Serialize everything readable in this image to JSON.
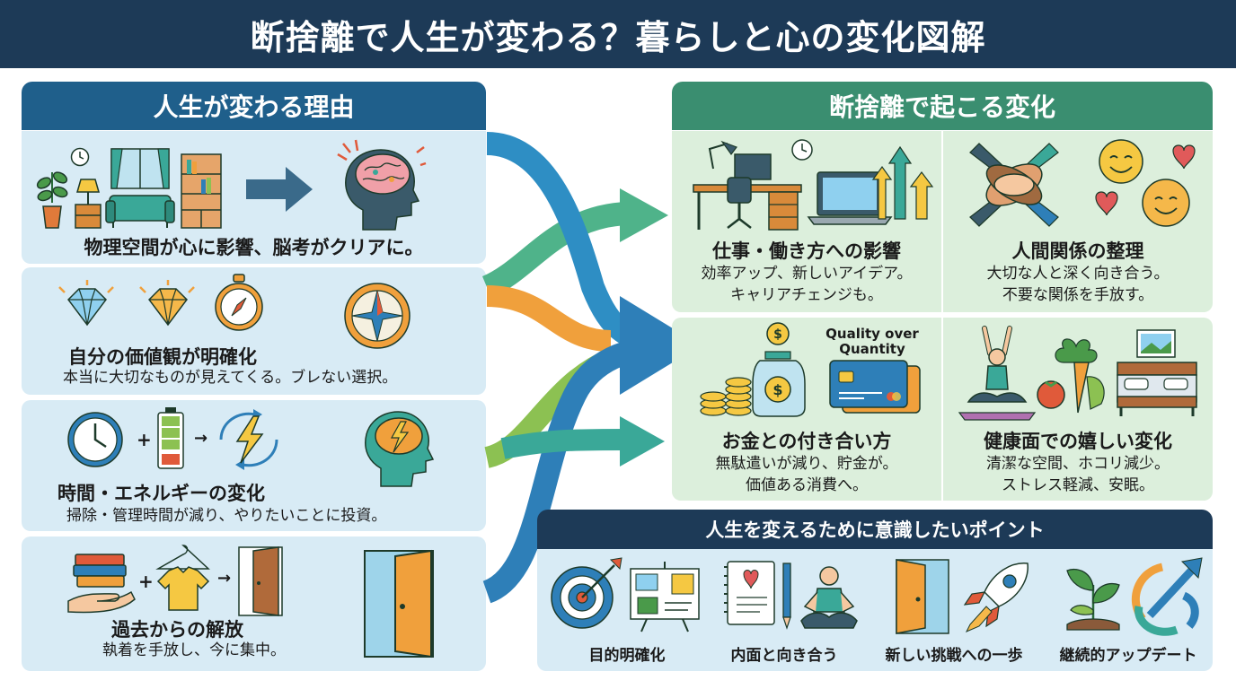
{
  "title": "断捨離で人生が変わる？暮らしと心の変化図解",
  "left": {
    "header": "人生が変わる理由",
    "cards": [
      {
        "title": "物理空間が心に影響、脳考がクリアに。",
        "desc": ""
      },
      {
        "title": "自分の価値観が明確化",
        "desc": "本当に大切なものが見えてくる。ブレない選択。"
      },
      {
        "title": "時間・エネルギーの変化",
        "desc": "掃除・管理時間が減り、やりたいことに投資。"
      },
      {
        "title": "過去からの解放",
        "desc": "執着を手放し、今に集中。"
      }
    ]
  },
  "right": {
    "header": "断捨離で起こる変化",
    "cards": [
      {
        "title": "仕事・働き方への影響",
        "desc1": "効率アップ、新しいアイデア。",
        "desc2": "キャリアチェンジも。"
      },
      {
        "title": "人間関係の整理",
        "desc1": "大切な人と深く向き合う。",
        "desc2": "不要な関係を手放す。"
      },
      {
        "title": "お金との付き合い方",
        "desc1": "無駄遣いが減り、貯金が。",
        "desc2": "価値ある消費へ。"
      },
      {
        "title": "健康面での嬉しい変化",
        "desc1": "清潔な空間、ホコリ減少。",
        "desc2": "ストレス軽減、安眠。"
      }
    ],
    "quality_text": "Quality over Quantity"
  },
  "points": {
    "header": "人生を変えるために意識したいポイント",
    "items": [
      "目的明確化",
      "内面と向き合う",
      "新しい挑戦への一歩",
      "継続的アップデート"
    ]
  },
  "colors": {
    "navy": "#1d3a57",
    "left_header": "#1f5f8b",
    "right_header": "#3a8e70",
    "teal": "#3aa898",
    "orange": "#f0a03c",
    "green": "#8cc152",
    "blue": "#2e7fb8"
  }
}
